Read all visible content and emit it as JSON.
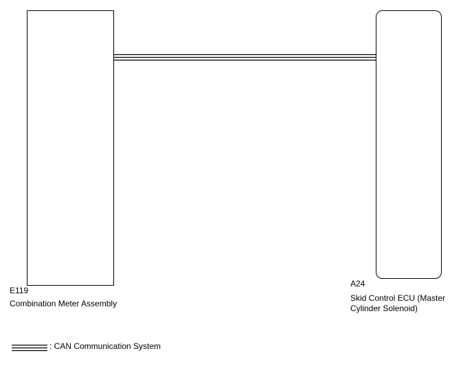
{
  "components": {
    "combination_meter": {
      "code": "E119",
      "name": "Combination Meter Assembly"
    },
    "skid_control_ecu": {
      "code": "A24",
      "name": "Skid Control ECU (Master Cylinder Solenoid)"
    }
  },
  "legend": {
    "text": ": CAN Communication System"
  },
  "colors": {
    "line": "#000000",
    "background": "#ffffff"
  }
}
